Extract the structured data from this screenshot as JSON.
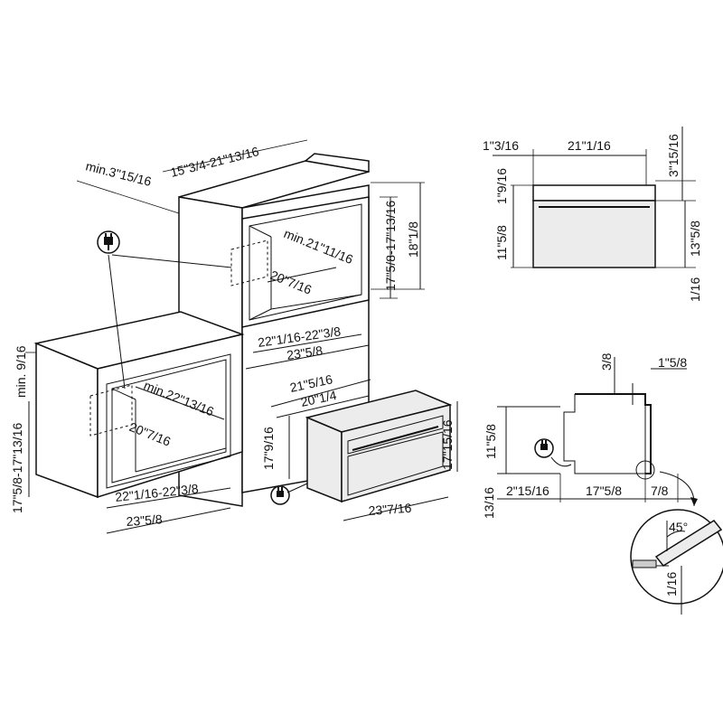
{
  "dimensions": {
    "upper_niche_width": "15\"3/4-21\"13/16",
    "upper_min_depth": "min.3\"15/16",
    "upper_niche_height": "17\"5/8-17\"13/16",
    "upper_overall_height": "18\"1/8",
    "upper_min_depth_inner": "min.21\"11/16",
    "upper_inner_depth": "20\"7/16",
    "upper_width_range": "22\"1/16-22\"3/8",
    "upper_overall_width": "23\"5/8",
    "lower_min_thickness": "min. 9/16",
    "lower_niche_height": "17\"5/8-17\"13/16",
    "lower_min_depth": "min.22\"13/16",
    "lower_inner_depth": "20\"7/16",
    "lower_width_range": "22\"1/16-22\"3/8",
    "lower_overall_width": "23\"5/8",
    "oven_depth_total": "21\"5/16",
    "oven_depth_body": "20\"1/4",
    "oven_body_height": "17\"9/16",
    "oven_height": "17\"15/16",
    "oven_width": "23\"7/16",
    "top_view_left": "1\"3/16",
    "top_view_depth": "21\"1/16",
    "top_view_right": "3\"15/16",
    "side_top": "1\"9/16",
    "side_front_height": "11\"5/8",
    "side_total_height": "13\"5/8",
    "side_bottom": "1/16",
    "profile_top": "3/8",
    "profile_offset": "1\"5/8",
    "profile_height": "11\"5/8",
    "profile_bottom": "13/16",
    "profile_rear": "2\"15/16",
    "profile_depth": "17\"5/8",
    "profile_front": "7/8",
    "angle": "45°",
    "detail_gap": "1/16"
  }
}
